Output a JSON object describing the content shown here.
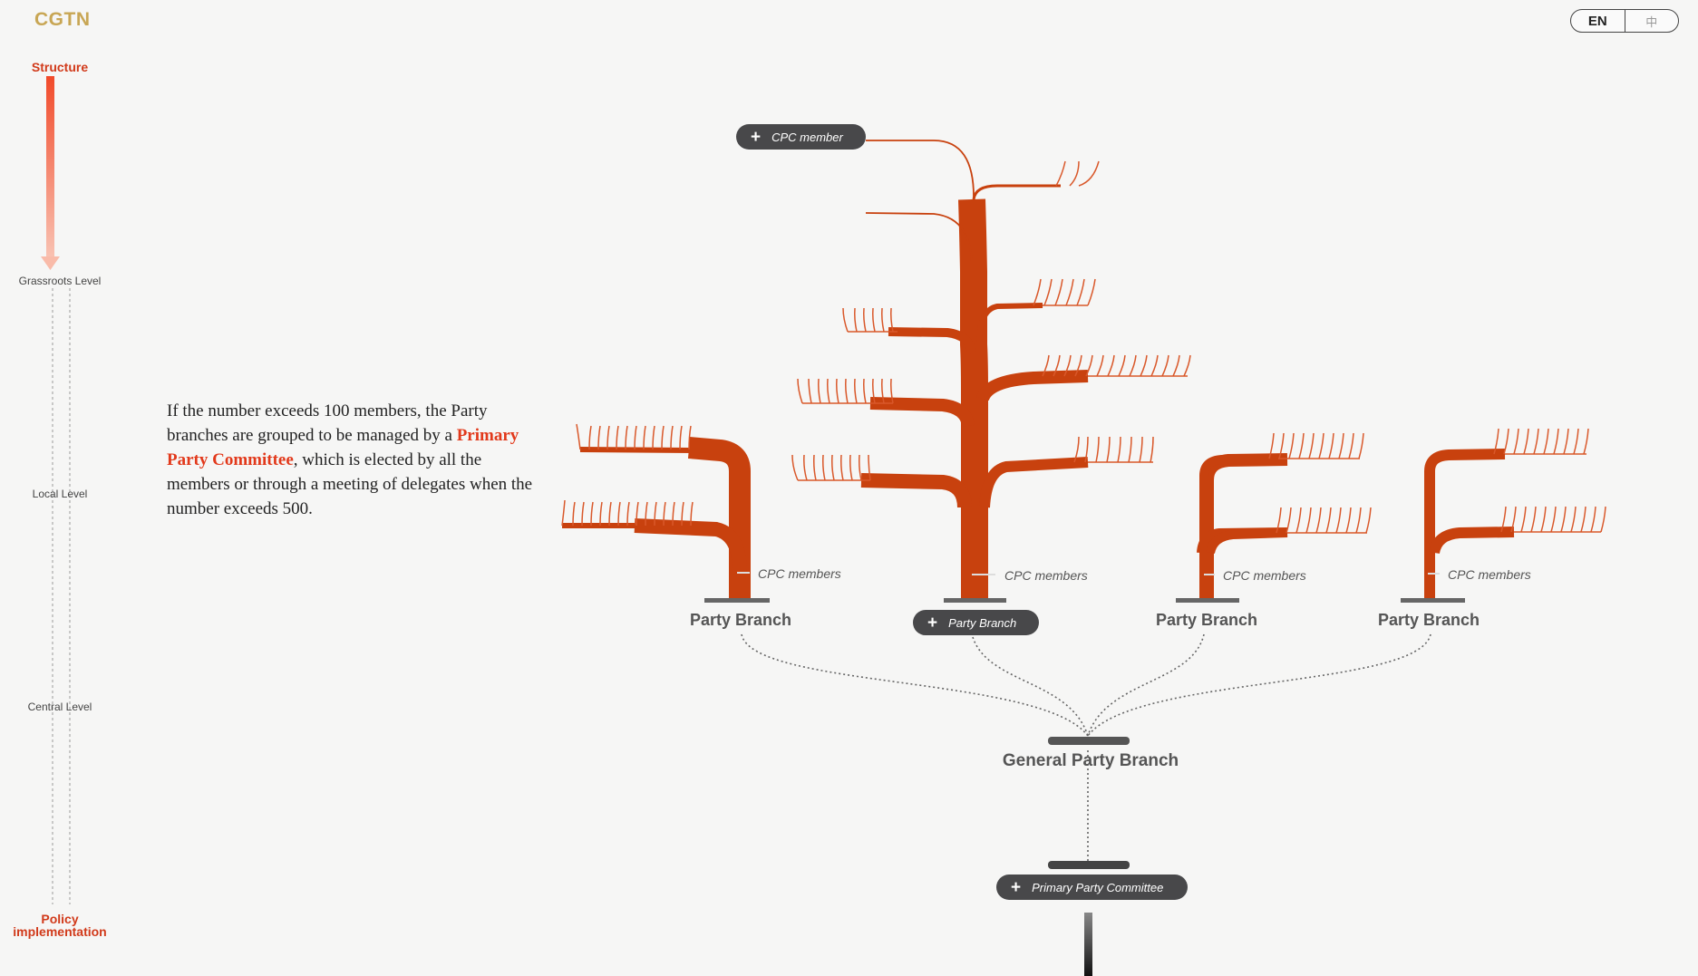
{
  "header": {
    "logo": "CGTN",
    "lang": {
      "en": "EN",
      "zh": "中"
    }
  },
  "nav": {
    "structure": "Structure",
    "grassroots": "Grassroots Level",
    "local": "Local Level",
    "central": "Central Level",
    "policy": "Policy implementation"
  },
  "text": {
    "part1": "If the number exceeds 100 members, the Party branches are grouped to be managed by a ",
    "highlight": "Primary Party Committee",
    "part2": ", which is elected by all the members or through a meeting of delegates when the number exceeds 500."
  },
  "diagram": {
    "cpc_member_button": "CPC member",
    "party_branch_button": "Party Branch",
    "committee_button": "Primary Party Committee",
    "branch_labels": [
      "Party Branch",
      "Party Branch",
      "Party Branch"
    ],
    "members_label": "CPC members",
    "general_branch": "General Party Branch"
  },
  "colors": {
    "accent": "#e2391b",
    "tree": "#c8410e",
    "pill": "#48484a",
    "logo": "#c8a654"
  }
}
